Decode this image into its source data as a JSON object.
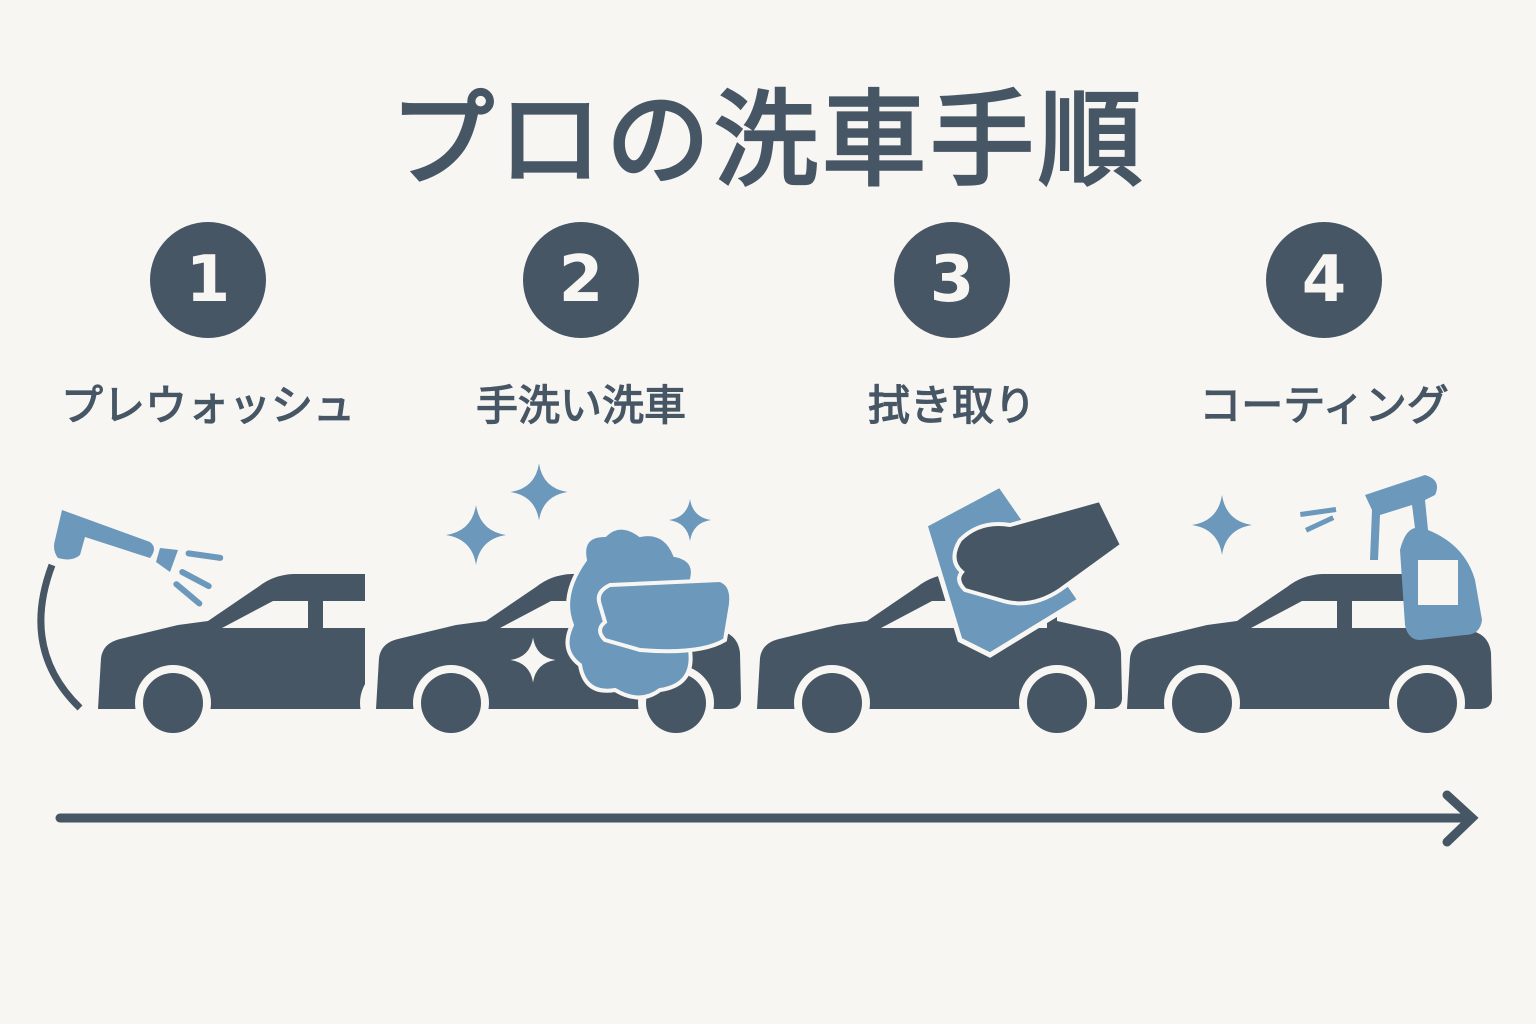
{
  "title": "プロの洗車手順",
  "steps": [
    {
      "number": "1",
      "label": "プレウォッシュ"
    },
    {
      "number": "2",
      "label": "手洗い洗車"
    },
    {
      "number": "3",
      "label": "拭き取り"
    },
    {
      "number": "4",
      "label": "コーティング"
    }
  ],
  "colors": {
    "dark": "#465664",
    "accent": "#6b98bb",
    "background": "#f7f6f3"
  }
}
